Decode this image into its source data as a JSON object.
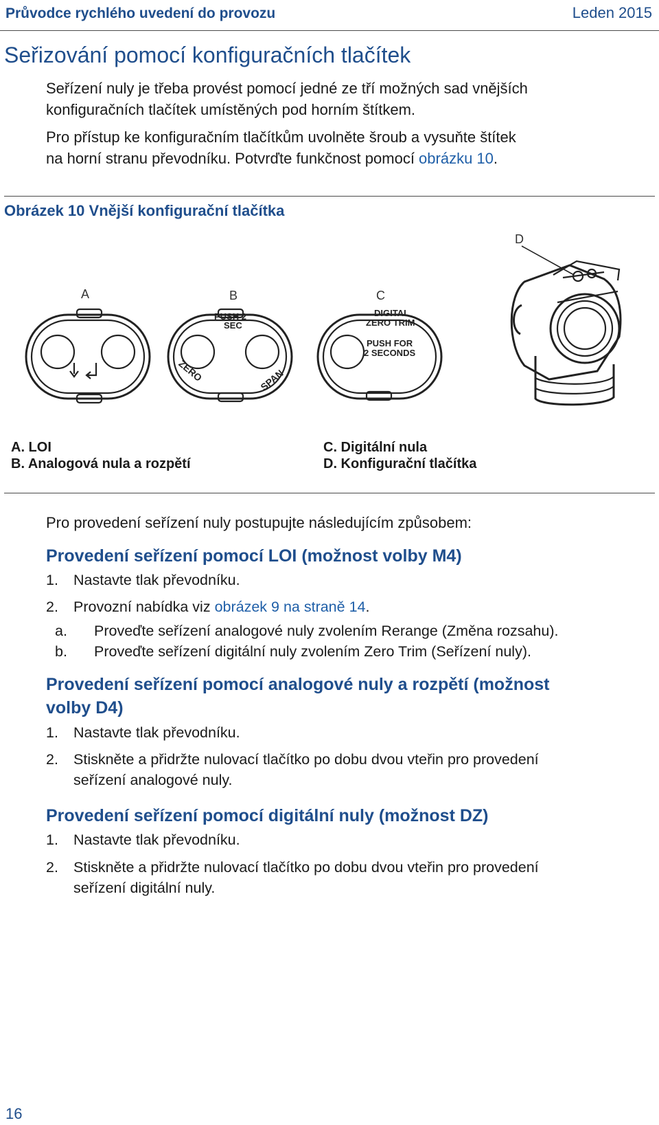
{
  "header": {
    "left": "Průvodce rychlého uvedení do provozu",
    "right": "Leden 2015"
  },
  "title": "Seřizování pomocí konfiguračních tlačítek",
  "intro": {
    "p1_line1": "Seřízení nuly je třeba provést pomocí jedné ze tří možných sad vnějších",
    "p1_line2": "konfiguračních tlačítek umístěných pod horním štítkem.",
    "p2_line1": "Pro přístup ke konfiguračním tlačítkům uvolněte šroub a vysuňte štítek",
    "p2_line2_a": "na horní stranu převodníku. Potvrďte funkčnost pomocí ",
    "p2_line2_link": "obrázku 10",
    "p2_line2_b": "."
  },
  "figure": {
    "caption": "Obrázek 10  Vnější konfigurační tlačítka",
    "labels": {
      "a": "A",
      "b": "B",
      "c": "C",
      "d": "D"
    },
    "panel_b": {
      "push": "PUSH  2",
      "sec": "SEC",
      "zero": "ZERO",
      "span": "SPAN"
    },
    "panel_c": {
      "digital": "DIGITAL",
      "zero_trim": "ZERO  TRIM",
      "push_for": "PUSH  FOR",
      "seconds": "2  SECONDS"
    },
    "legend": {
      "a": "A. LOI",
      "b": "B. Analogová nula a rozpětí",
      "c": "C. Digitální nula",
      "d": "D. Konfigurační tlačítka"
    }
  },
  "procedure_intro": "Pro provedení seřízení nuly postupujte následujícím způsobem:",
  "section1": {
    "title": "Provedení seřízení pomocí LOI (možnost volby M4)",
    "s1_num": "1.",
    "s1": "Nastavte tlak převodníku.",
    "s2_num": "2.",
    "s2_a": "Provozní nabídka viz ",
    "s2_link": "obrázek 9 na straně 14",
    "s2_b": ".",
    "sa_num": "a.",
    "sa": "Proveďte seřízení analogové nuly zvolením Rerange (Změna rozsahu).",
    "sb_num": "b.",
    "sb": "Proveďte seřízení digitální nuly zvolením Zero Trim (Seřízení nuly)."
  },
  "section2": {
    "title_line1": "Provedení seřízení pomocí analogové nuly a rozpětí (možnost",
    "title_line2": "volby D4)",
    "s1_num": "1.",
    "s1": "Nastavte tlak převodníku.",
    "s2_num": "2.",
    "s2_line1": "Stiskněte a přidržte nulovací tlačítko po dobu dvou vteřin pro provedení",
    "s2_line2": "seřízení analogové nuly."
  },
  "section3": {
    "title": "Provedení seřízení pomocí digitální nuly (možnost DZ)",
    "s1_num": "1.",
    "s1": "Nastavte tlak převodníku.",
    "s2_num": "2.",
    "s2_line1": "Stiskněte a přidržte nulovací tlačítko po dobu dvou vteřin pro provedení",
    "s2_line2": "seřízení digitální nuly."
  },
  "page_number": "16",
  "colors": {
    "heading": "#1f4e8c",
    "link": "#1f5fa8",
    "text": "#1a1a1a"
  }
}
